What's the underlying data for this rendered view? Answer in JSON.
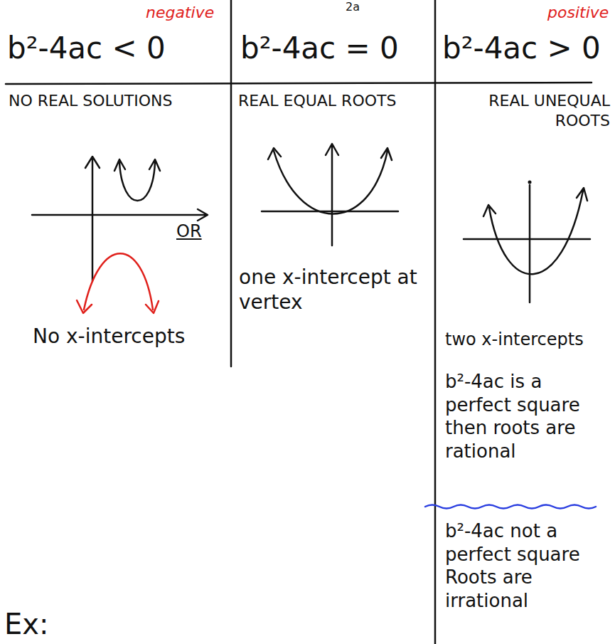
{
  "diagram": {
    "labels": [
      "2a",
      "negative",
      "b²-4ac < 0",
      "b²-4ac = 0",
      "positive",
      "b²-4ac > 0",
      "NO REAL SOLUTIONS",
      "REAL EQUAL ROOTS",
      "REAL UNEQUAL ROOTS",
      "OR",
      "No x-intercepts",
      "one x-intercept at vertex",
      "two x-intercepts",
      "b²-4ac is a perfect square then roots are rational",
      "b²-4ac not a perfect square Roots are irrational",
      "Ex:"
    ]
  }
}
